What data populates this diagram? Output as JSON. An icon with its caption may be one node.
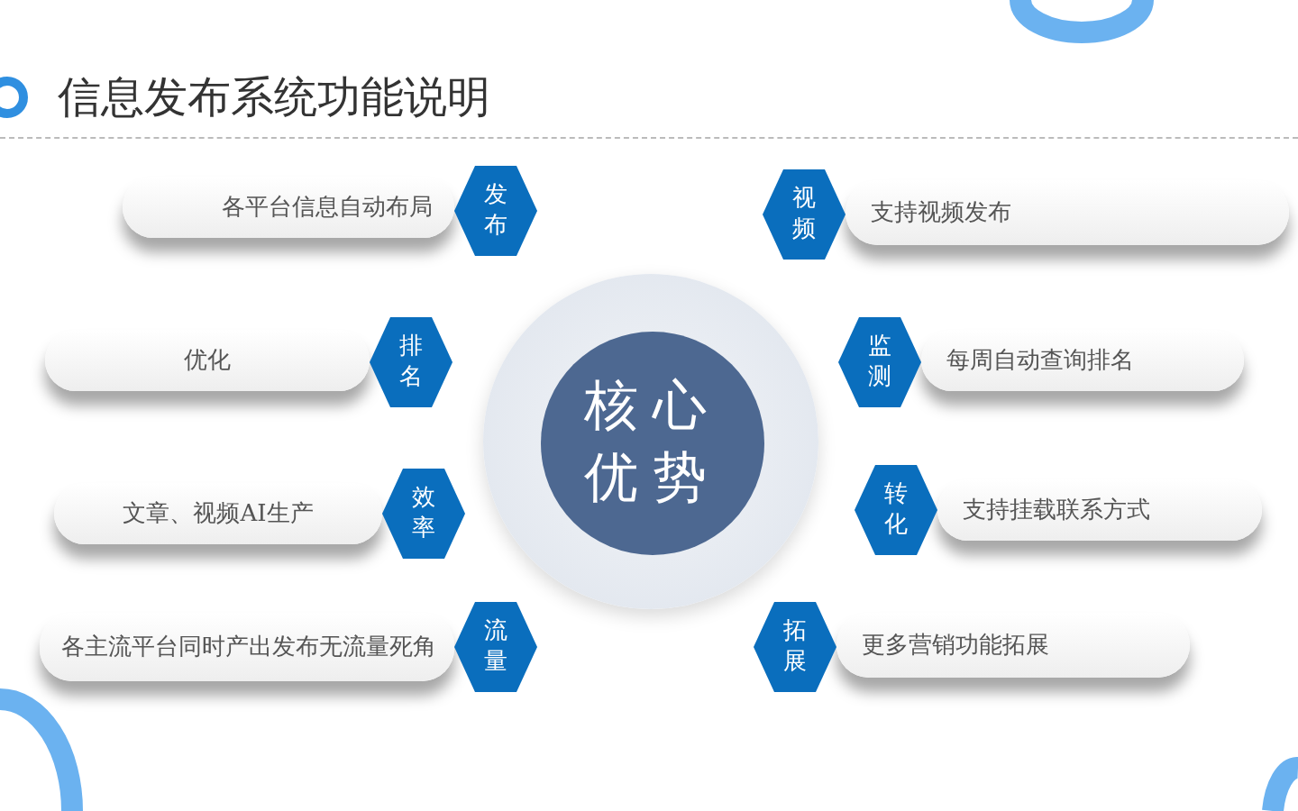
{
  "diagram": {
    "title": "信息发布系统功能说明",
    "nodes": [
      {
        "text": [
          "核心优势"
        ]
      },
      {
        "text": [
          "各平台信息自动布局"
        ]
      },
      {
        "text": [
          "发布"
        ]
      },
      {
        "text": [
          "视频"
        ]
      },
      {
        "text": [
          "支持视频发布"
        ]
      },
      {
        "text": [
          "优化"
        ]
      },
      {
        "text": [
          "排名"
        ]
      },
      {
        "text": [
          "监测"
        ]
      },
      {
        "text": [
          "每周自动查询排名"
        ]
      },
      {
        "text": [
          "文章、视频AI生产"
        ]
      },
      {
        "text": [
          "效率"
        ]
      },
      {
        "text": [
          "转化"
        ]
      },
      {
        "text": [
          "支持挂载联系方式"
        ]
      },
      {
        "text": [
          "各主流平台同时产出发布无流量死角"
        ]
      },
      {
        "text": [
          "流量"
        ]
      },
      {
        "text": [
          "拓展"
        ]
      },
      {
        "text": [
          "更多营销功能拓展"
        ]
      }
    ],
    "edges": []
  }
}
